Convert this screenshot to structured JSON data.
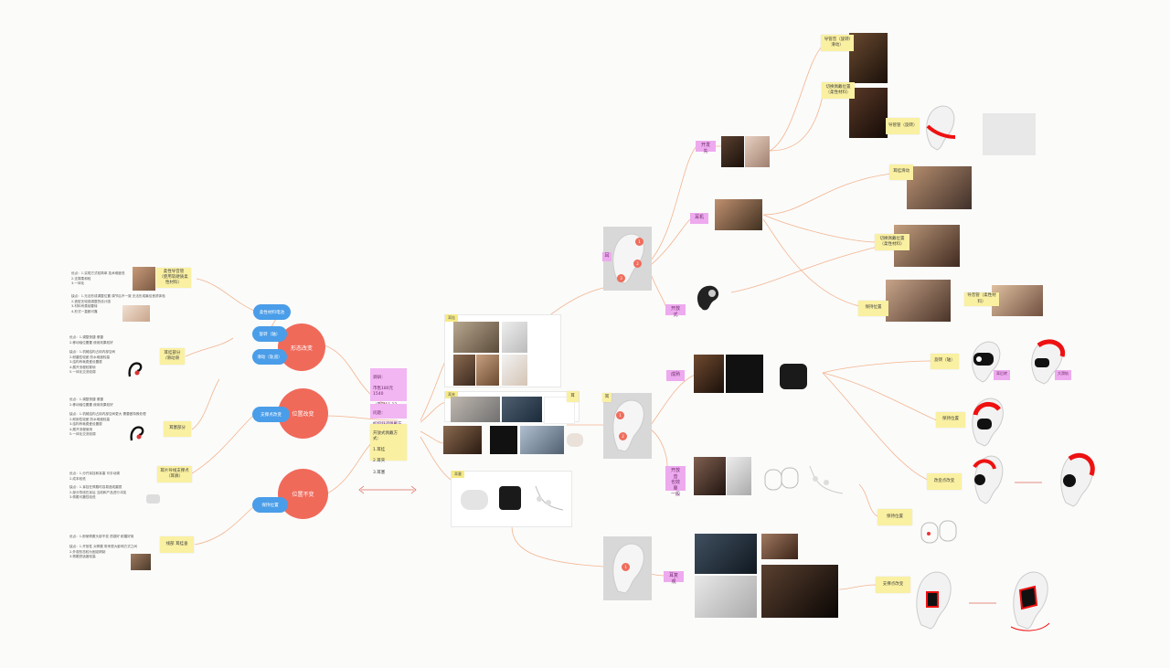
{
  "center_note_a": {
    "lines": [
      "调研：",
      "市售180元 1540",
      "（最轻11 12",
      "维形：",
      "重佩戴，长度21mm"
    ]
  },
  "center_note_b": {
    "lines": [
      "问题：",
      "如何舒适佩戴方式"
    ]
  },
  "center_note_c": {
    "lines": [
      "开放式佩戴方式：",
      "1.耳挂",
      "2.耳夹",
      "3.耳塞"
    ]
  },
  "frames": {
    "ear_hook": "耳挂",
    "ear_clip": "耳夹",
    "ear_plug": "耳塞",
    "small_tag": "耳"
  },
  "left_main": {
    "form_change": "形态改变",
    "position_change": "位置改变",
    "position_fixed": "位置不变"
  },
  "left_pills": {
    "material": "柔性材料电池",
    "rotate": "旋转（轴）",
    "slide": "滑动（轨道）",
    "support_change": "支撑点改变",
    "keep_position": "保持位置"
  },
  "left_stickies": {
    "flex_material": "柔性导音管\n（使用软硬质柔性材料）",
    "rotate_fit": "耳挂部分\n/滑动滑",
    "slide_fit": "耳塞部分",
    "support_fit": "耳片导线支撑点\n（耳廓）",
    "keep_fit": "线部 耳挂垂"
  },
  "left_notes": {
    "n1a": "优点：1.实现方式较简单 技术难度低\n        2.支撑柔和轻\n        3.一体化",
    "n1b": "缺点：1.无法形成调整位置 调节后不一致 无法形成最佳音质体验\n        2.造型无较强调整的设计感\n        3.材料有柔韧要转\n        4.形式一直都可靠",
    "n2a": "优点：1.调整快捷 便捷\n        2.移动轴位置置 使用效果较好",
    "n2b": "缺点：1.机械结构占用内部空间\n        2.耐磨性较差 防水难度较高\n        3.结构有耗费爱设置费\n        4.展开流程较繁琐\n        5.一体化交流较弱",
    "n3a": "优点：1.调整快捷 便捷\n        2.移动轴位置置 使用效果较好",
    "n3b": "缺点：1.机械结构占用内部空间更大 需要做特殊处理\n        2.耐用性较差 防水难度较高\n        3.结构有耗费爱设置费\n        4.展开流程使用\n        5.一体化交流较弱",
    "n4a": "优点：1.分开耳挂和耳塞 可手动调\n        2.成本较低",
    "n4b": "缺点：1.耳挂在佩戴时容易造成磨损\n        2.部分导线在耳后 当前和产品进行冲突\n        3.佩戴可靠性较低",
    "n5a": "优点：1.即使佩戴头部不变 质感好 耐磨好用",
    "n5b": "缺点：1.开放性 对佩戴 带来很大影响方式之间\n        2.外观形态较为固定精制\n        3.佩戴舒适度较高"
  },
  "right_labels": {
    "top_a": "开发先",
    "top_b": "耳机",
    "top_c": "开放式",
    "mid_a": "成熟",
    "mid_b": "开放音\n也效果\n一般",
    "bot": "耳复观"
  },
  "right_stickies": {
    "s1": "导管音（旋转/滑动）",
    "s2": "切换佩戴位置\n（柔性材料）",
    "s3": "导管管（旋转）",
    "s4": "耳挂滑动",
    "s5": "切换佩戴位置\n（柔性材料）",
    "s6": "保持位置",
    "s7": "导音管（柔性材料）",
    "s8": "旋转（轴）",
    "s9": "保持位置",
    "s10": "改变点改变",
    "s11": "保持位置",
    "s12": "支撑点改变"
  },
  "pink_tags": {
    "p1": "耳后转",
    "p2": "大滑轨"
  },
  "colors": {
    "red": "#f06a5a",
    "blue": "#4a9de8",
    "yellow": "#faf0a1",
    "pink": "#f2b6f2",
    "link": "#f3b48e"
  },
  "icons": [
    "ear-illustration-icon",
    "earbud-icon",
    "arrow-double-icon"
  ]
}
